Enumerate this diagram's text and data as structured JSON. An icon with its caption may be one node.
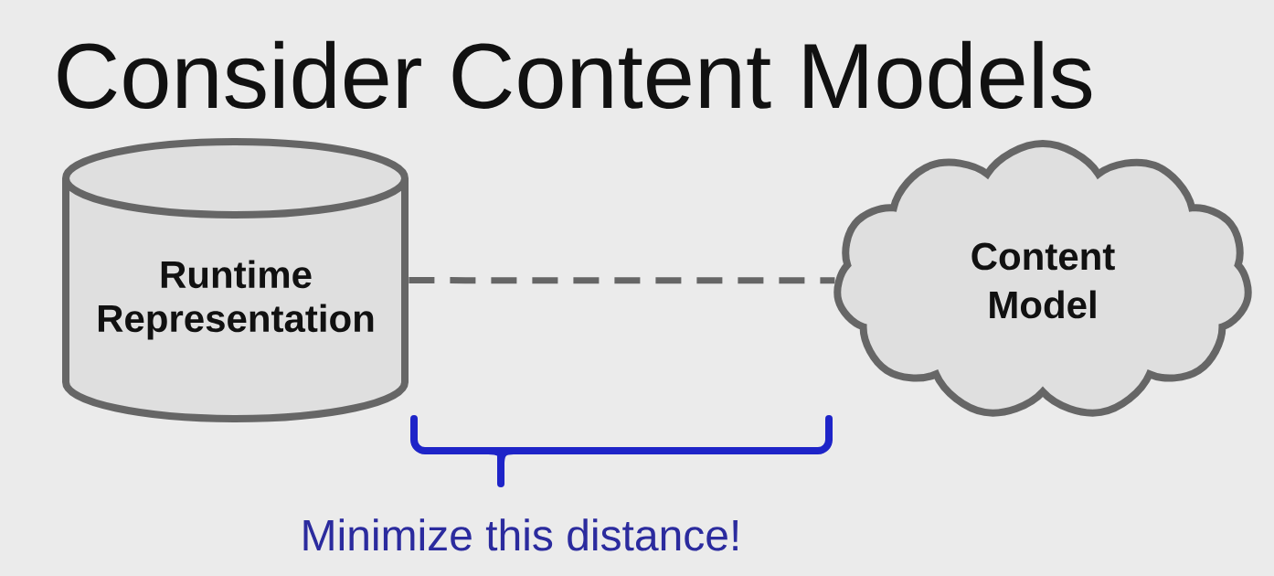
{
  "diagram": {
    "title": "Consider Content Models",
    "nodes": [
      {
        "text": [
          "Runtime Representation"
        ]
      },
      {
        "text": [
          "Content Model"
        ]
      }
    ],
    "edges": [
      {
        "from": 0,
        "to": 1,
        "arrow": "none",
        "style": "dashed"
      }
    ],
    "labels": [
      "Minimize this distance!"
    ]
  }
}
